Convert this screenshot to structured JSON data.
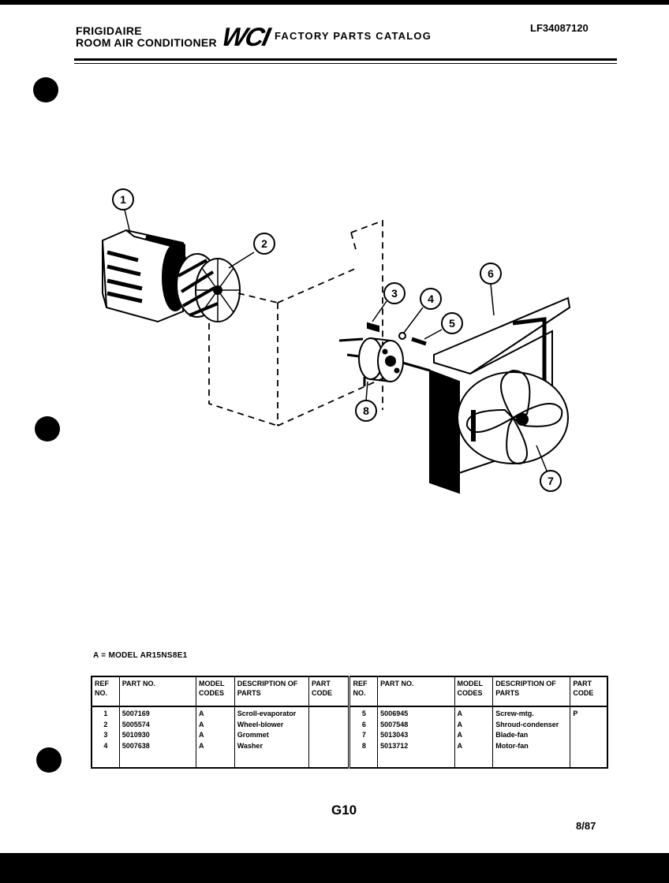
{
  "header": {
    "brand_line1": "FRIGIDAIRE",
    "brand_line2": "ROOM AIR CONDITIONER",
    "logo": "WCI",
    "catalog_title": "FACTORY PARTS CATALOG",
    "doc_number": "LF34087120"
  },
  "diagram": {
    "callouts": [
      "1",
      "2",
      "3",
      "4",
      "5",
      "6",
      "7",
      "8"
    ]
  },
  "model_key": "A = MODEL AR15NS8E1",
  "table": {
    "headers": {
      "ref": "REF NO.",
      "part": "PART NO.",
      "model": "MODEL CODES",
      "desc": "DESCRIPTION OF PARTS",
      "code": "PART CODE"
    },
    "left_rows": [
      {
        "ref": "1",
        "part": "5007169",
        "model": "A",
        "desc": "Scroll-evaporator",
        "code": ""
      },
      {
        "ref": "2",
        "part": "5005574",
        "model": "A",
        "desc": "Wheel-blower",
        "code": ""
      },
      {
        "ref": "3",
        "part": "5010930",
        "model": "A",
        "desc": "Grommet",
        "code": ""
      },
      {
        "ref": "4",
        "part": "5007638",
        "model": "A",
        "desc": "Washer",
        "code": ""
      }
    ],
    "right_rows": [
      {
        "ref": "5",
        "part": "5006945",
        "model": "A",
        "desc": "Screw-mtg.",
        "code": ""
      },
      {
        "ref": "6",
        "part": "5007548",
        "model": "A",
        "desc": "Shroud-condenser",
        "code": ""
      },
      {
        "ref": "7",
        "part": "5013043",
        "model": "A",
        "desc": "Blade-fan",
        "code": ""
      },
      {
        "ref": "8",
        "part": "5013712",
        "model": "A",
        "desc": "Motor-fan",
        "code": "P"
      }
    ]
  },
  "footer": {
    "page": "G10",
    "date": "8/87"
  }
}
